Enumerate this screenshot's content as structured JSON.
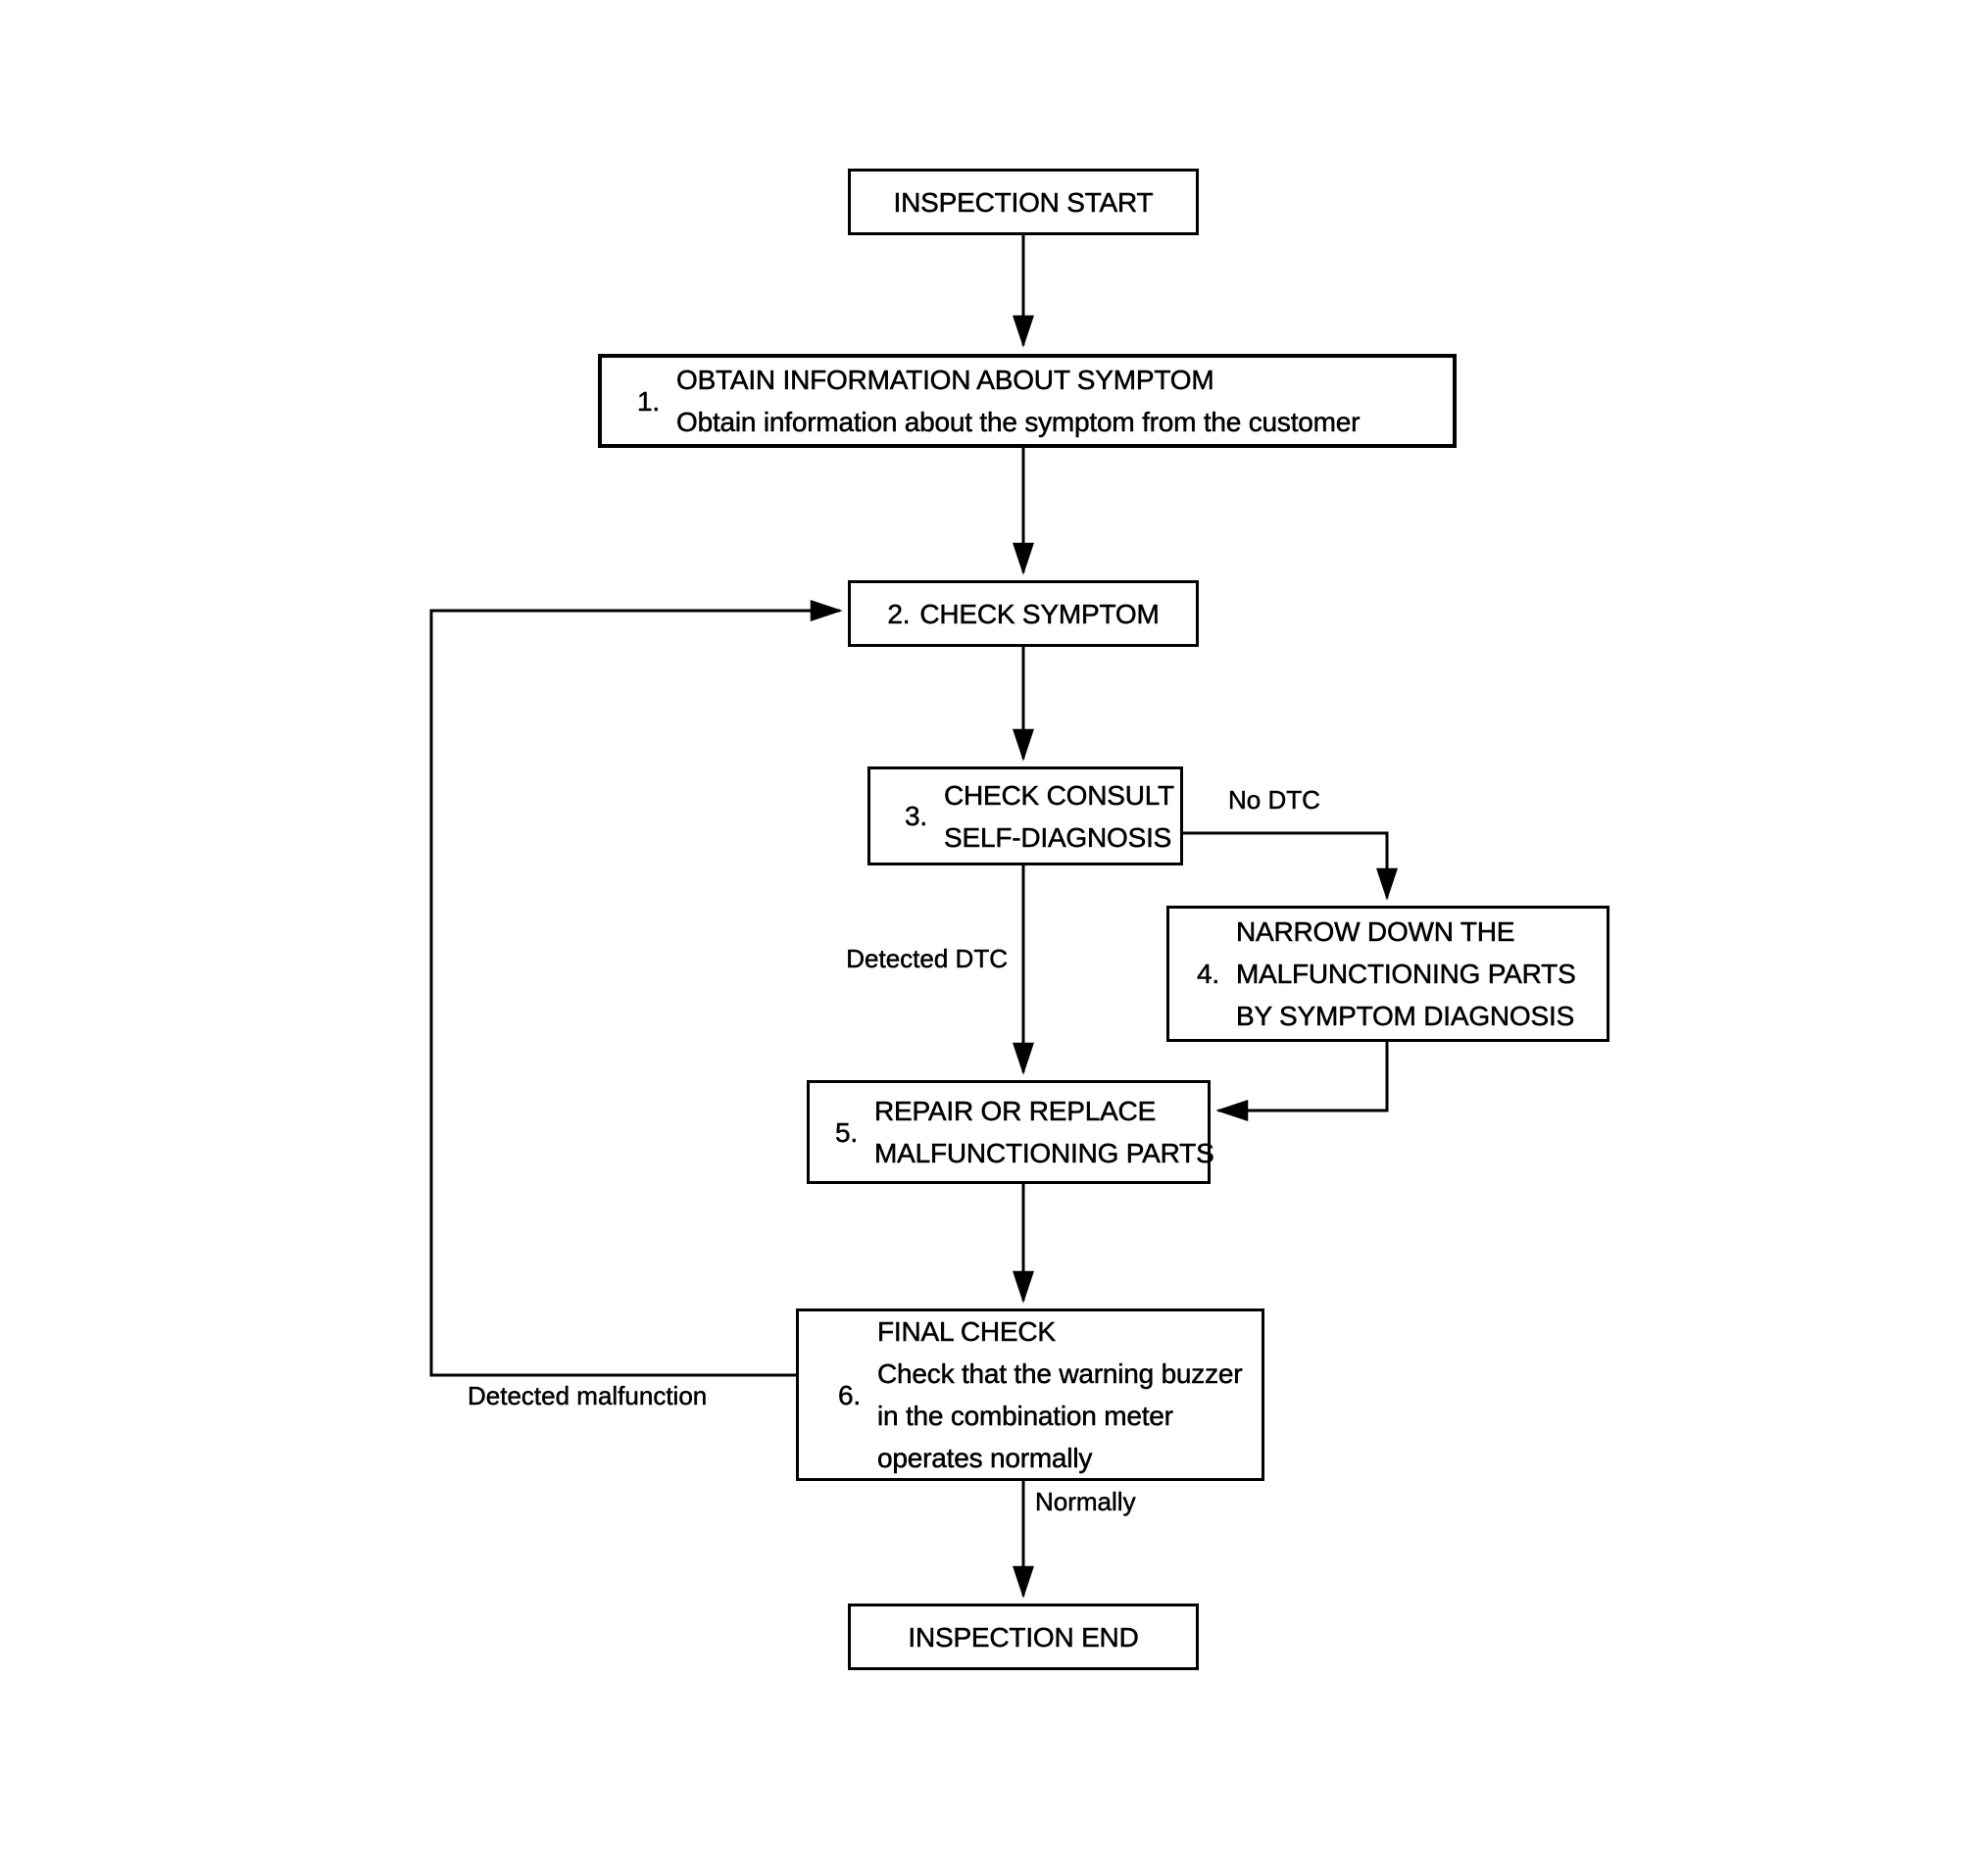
{
  "diagram": {
    "background": "#ffffff",
    "line_color": "#000000",
    "nodes": {
      "start": {
        "label": "INSPECTION START"
      },
      "step1": {
        "number": "1.",
        "title": "OBTAIN INFORMATION ABOUT SYMPTOM",
        "body": "Obtain information about the symptom from the customer"
      },
      "step2": {
        "number": "2.",
        "title": "CHECK SYMPTOM"
      },
      "step3": {
        "number": "3.",
        "title": "CHECK CONSULT\nSELF-DIAGNOSIS"
      },
      "step4": {
        "number": "4.",
        "title": "NARROW DOWN THE\nMALFUNCTIONING PARTS\nBY SYMPTOM DIAGNOSIS"
      },
      "step5": {
        "number": "5.",
        "title": "REPAIR OR REPLACE\nMALFUNCTIONING PARTS"
      },
      "step6": {
        "number": "6.",
        "title": "FINAL CHECK",
        "body": "Check that the warning buzzer\nin the combination meter\noperates normally"
      },
      "end": {
        "label": "INSPECTION END"
      }
    },
    "edge_labels": {
      "no_dtc": "No DTC",
      "detected_dtc": "Detected DTC",
      "detected_malfunction": "Detected malfunction",
      "normally": "Normally"
    }
  }
}
